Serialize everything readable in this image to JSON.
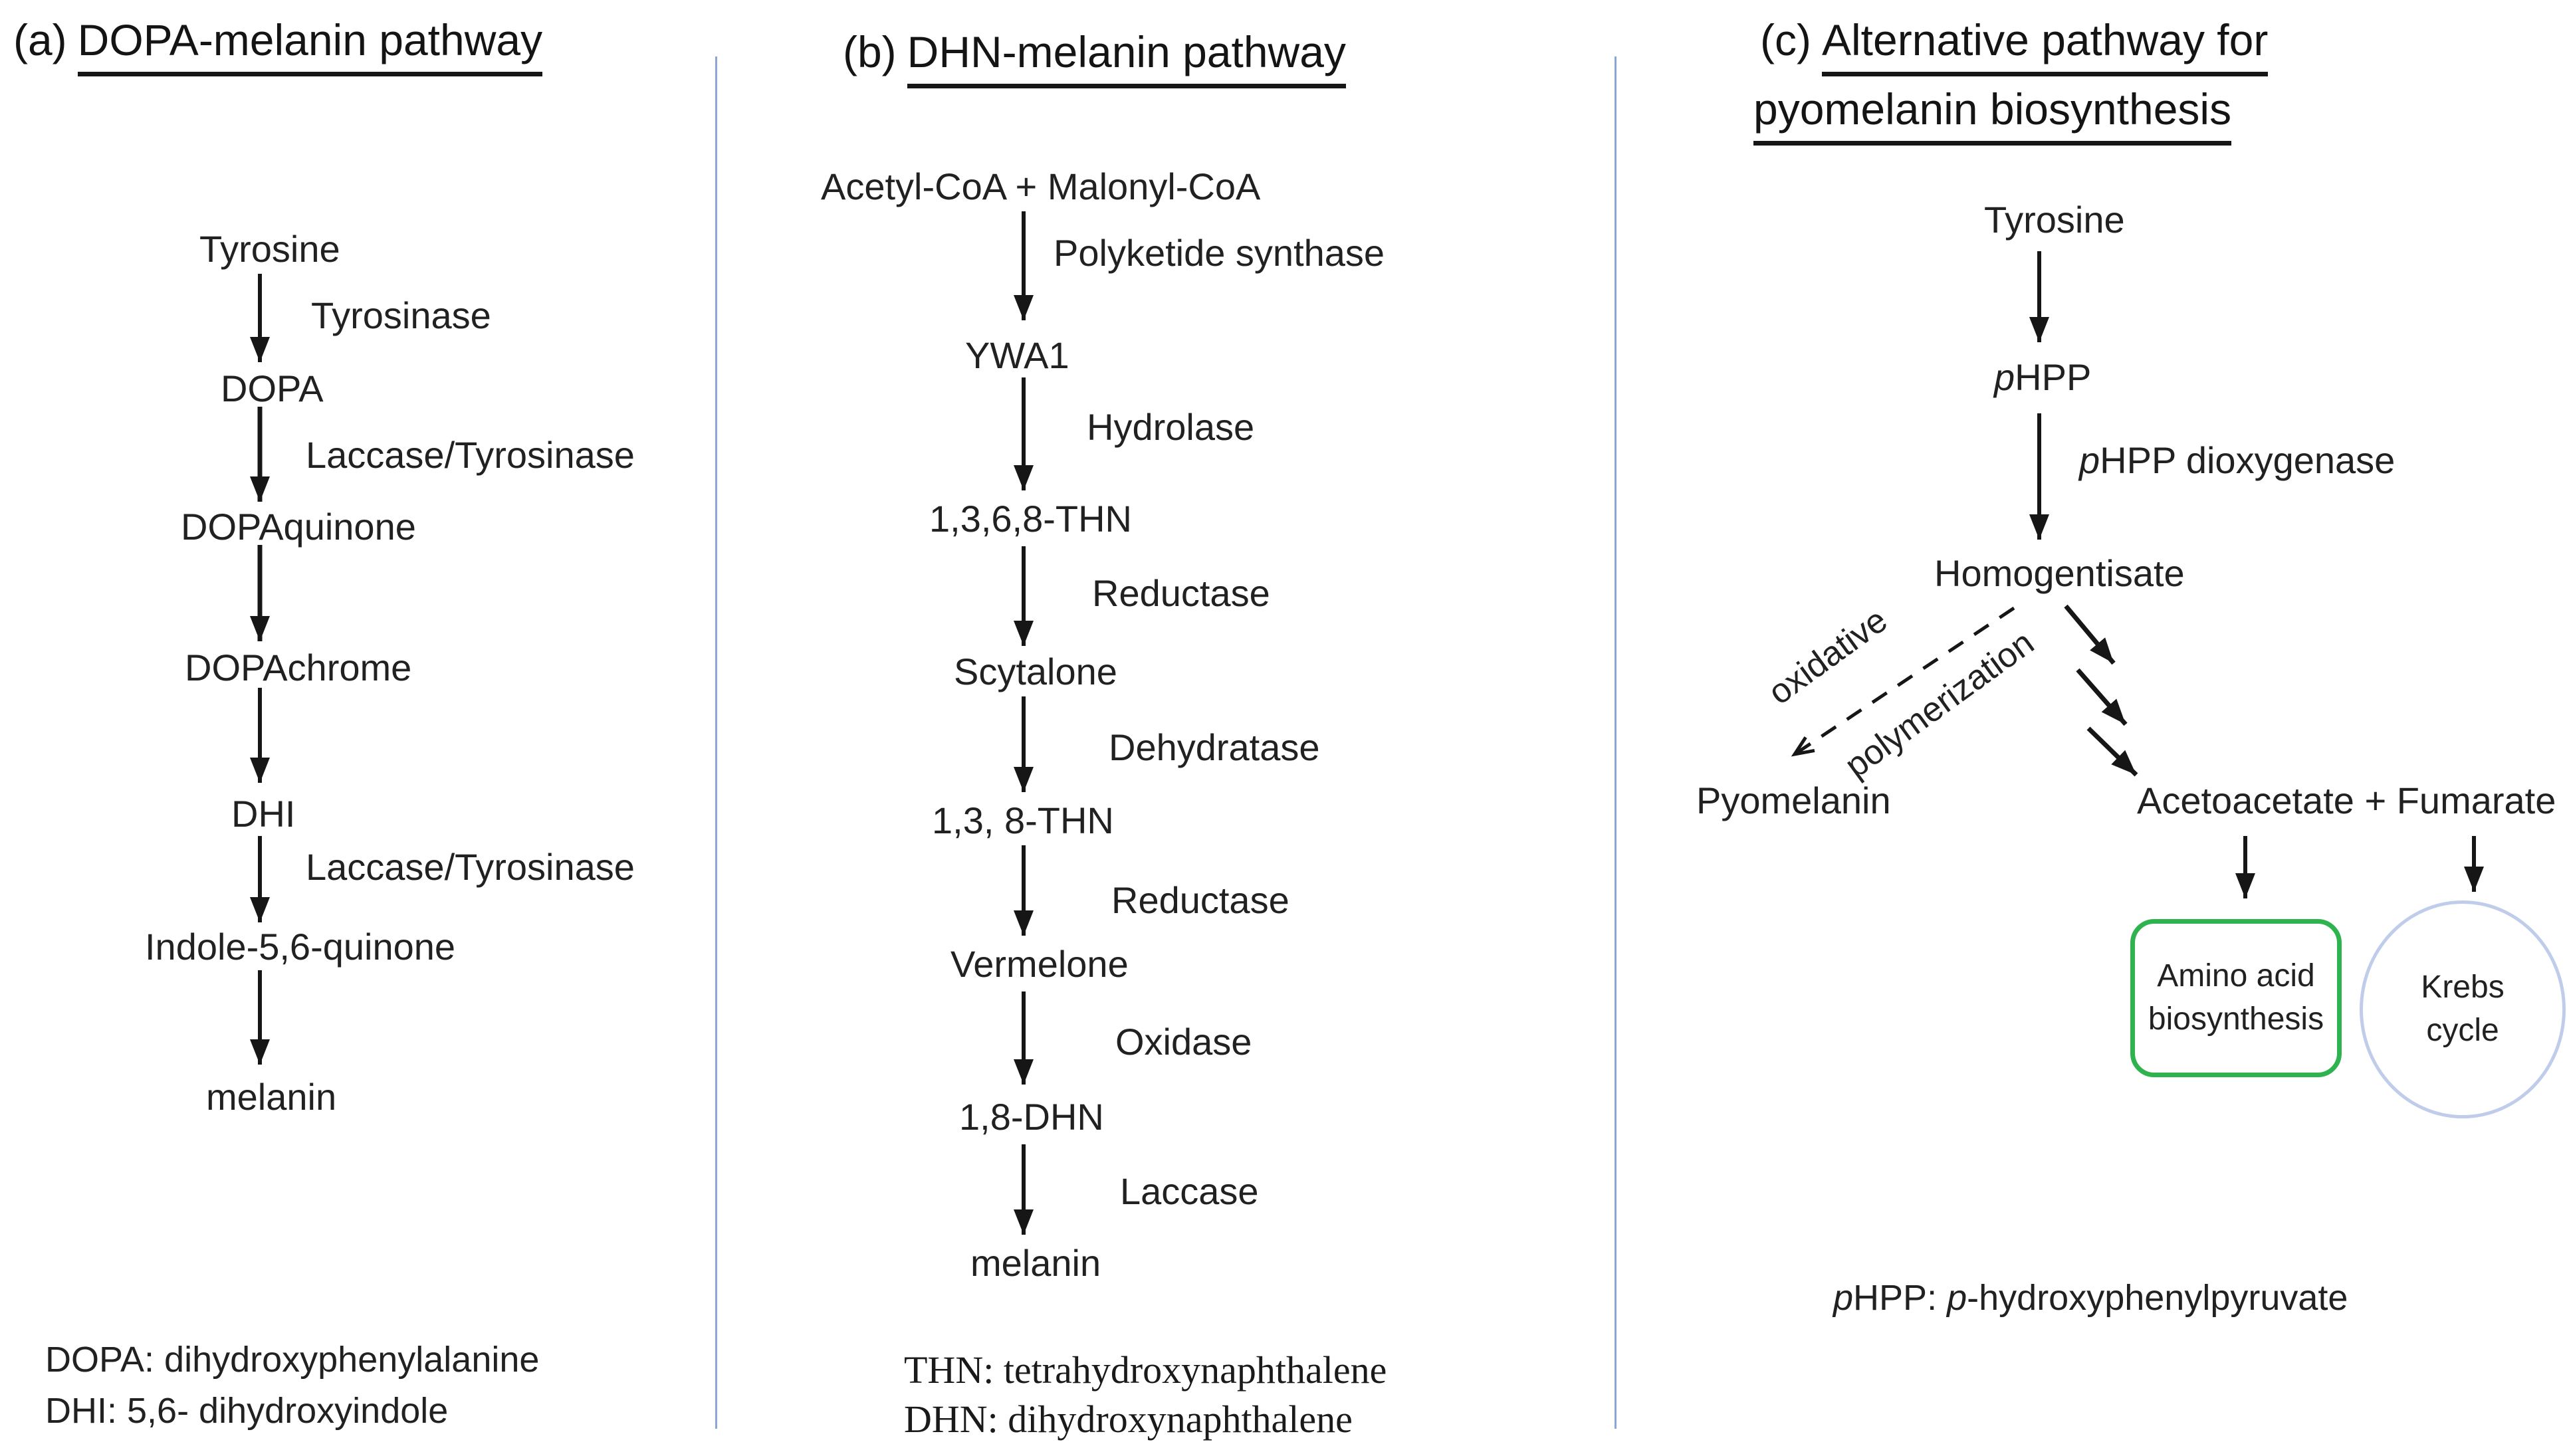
{
  "colors": {
    "text": "#212121",
    "divider_blue": "#8aa5d6",
    "amino_box_green": "#2eb34e",
    "krebs_circle_blue": "#bfcdea",
    "arrow_black": "#161616"
  },
  "panel_a": {
    "label": "(a)",
    "title": "DOPA-melanin pathway",
    "nodes": [
      "Tyrosine",
      "DOPA",
      "DOPAquinone",
      "DOPAchrome",
      "DHI",
      "Indole-5,6-quinone",
      "melanin"
    ],
    "enzymes": [
      "Tyrosinase",
      "Laccase/Tyrosinase",
      "Laccase/Tyrosinase"
    ],
    "footnotes": [
      "DOPA: dihydroxyphenylalanine",
      "DHI: 5,6- dihydroxyindole"
    ]
  },
  "panel_b": {
    "label": "(b)",
    "title": "DHN-melanin pathway",
    "nodes": [
      "Acetyl-CoA + Malonyl-CoA",
      "YWA1",
      "1,3,6,8-THN",
      "Scytalone",
      "1,3, 8-THN",
      "Vermelone",
      "1,8-DHN",
      "melanin"
    ],
    "enzymes": [
      "Polyketide synthase",
      "Hydrolase",
      "Reductase",
      "Dehydratase",
      "Reductase",
      "Oxidase",
      "Laccase"
    ],
    "footnotes": [
      "THN: tetrahydroxynaphthalene",
      "DHN: dihydroxynaphthalene"
    ]
  },
  "panel_c": {
    "label": "(c)",
    "title_line1": "Alternative pathway for",
    "title_line2": "pyomelanin biosynthesis",
    "node_tyrosine": "Tyrosine",
    "node_phpp": [
      "p",
      "HPP"
    ],
    "enzyme_dioxygenase": [
      "p",
      "HPP dioxygenase"
    ],
    "node_homogentisate": "Homogentisate",
    "branch_label_oxidative": "oxidative",
    "branch_label_polymerization": "polymerization",
    "node_pyomelanin": "Pyomelanin",
    "node_acetoacetate": "Acetoacetate + Fumarate",
    "box_amino": [
      "Amino acid",
      "biosynthesis"
    ],
    "circle_krebs": [
      "Krebs",
      "cycle"
    ],
    "footnote_parts": [
      "p",
      "HPP: ",
      "p",
      "-hydroxyphenylpyruvate"
    ]
  }
}
